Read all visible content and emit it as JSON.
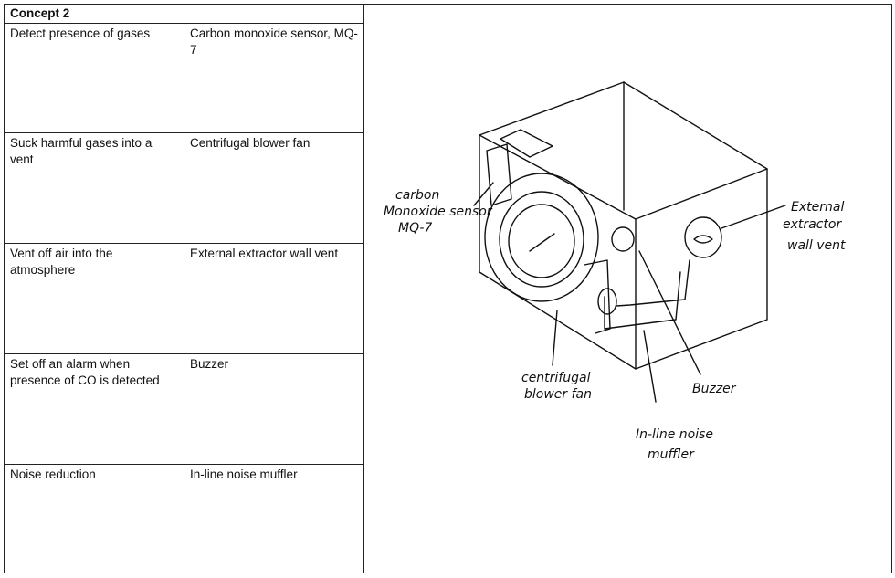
{
  "table": {
    "title": "Concept 2",
    "rows": [
      {
        "function": "Detect presence of gases",
        "solution": "Carbon monoxide sensor, MQ-7"
      },
      {
        "function": "Suck harmful gases into a vent",
        "solution": "Centrifugal blower fan"
      },
      {
        "function": "Vent off air into the atmosphere",
        "solution": "External extractor wall vent"
      },
      {
        "function": "Set off an alarm when presence of CO is detected",
        "solution": "Buzzer"
      },
      {
        "function": "Noise reduction",
        "solution": "In-line noise muffler"
      }
    ]
  },
  "sketch": {
    "labels": {
      "sensor_1": "carbon",
      "sensor_2": "Monoxide sensor",
      "sensor_3": "MQ-7",
      "vent_1": "External",
      "vent_2": "extractor",
      "vent_3": "wall vent",
      "fan_1": "centrifugal",
      "fan_2": "blower fan",
      "buzzer": "Buzzer",
      "muffler_1": "In-line noise",
      "muffler_2": "muffler"
    }
  }
}
